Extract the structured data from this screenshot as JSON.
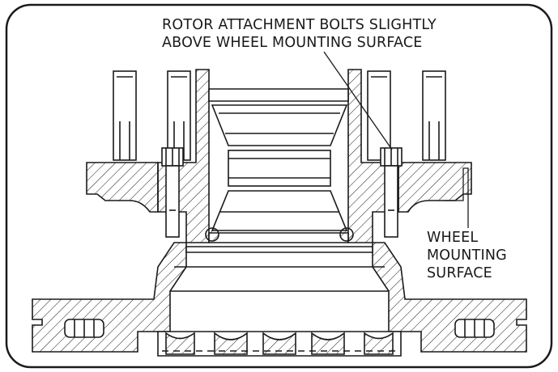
{
  "callouts": {
    "rotor_bolts": {
      "line1": "ROTOR ATTACHMENT BOLTS SLIGHTLY",
      "line2": "ABOVE WHEEL MOUNTING SURFACE"
    },
    "wheel_surface": {
      "line1": "WHEEL",
      "line2": "MOUNTING",
      "line3": "SURFACE"
    }
  },
  "colors": {
    "ink": "#1a1a1a",
    "background": "#ffffff"
  }
}
